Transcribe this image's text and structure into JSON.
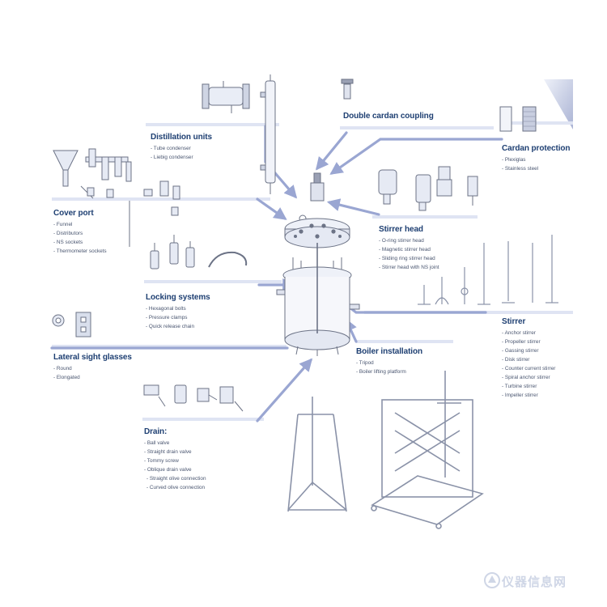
{
  "sections": {
    "distillation": {
      "title": "Distillation units",
      "items": [
        "Tube condenser",
        "Liebig condenser"
      ]
    },
    "double_cardan": {
      "title": "Double cardan coupling"
    },
    "cardan_protection": {
      "title": "Cardan protection",
      "items": [
        "Plexiglas",
        "Stainless steel"
      ]
    },
    "cover_port": {
      "title": "Cover port",
      "items": [
        "Funnel",
        "Distributors",
        "NS sockets",
        "Thermometer sockets"
      ]
    },
    "stirrer_head": {
      "title": "Stirrer head",
      "items": [
        "O-ring stirrer head",
        "Magnetic stirrer head",
        "Sliding ring stirrer head",
        "Stirrer head with NS joint"
      ]
    },
    "locking": {
      "title": "Locking systems",
      "items": [
        "Hexagonal bolts",
        "Pressure clamps",
        "Quick release chain"
      ]
    },
    "stirrer": {
      "title": "Stirrer",
      "items": [
        "Anchor stirrer",
        "Propeller stirrer",
        "Gassing stirrer",
        "Disk stirrer",
        "Counter current stirrer",
        "Spiral anchor stirrer",
        "Turbine stirrer",
        "Impeller stirrer"
      ]
    },
    "sight_glasses": {
      "title": "Lateral sight glasses",
      "items": [
        "Round",
        "Elongated"
      ]
    },
    "boiler": {
      "title": "Boiler installation",
      "items": [
        "Tripod",
        "Boiler lifting platform"
      ]
    },
    "drain": {
      "title": "Drain:",
      "items": [
        "Ball valve",
        "Straight drain valve",
        "Tommy screw",
        "Oblique drain valve"
      ],
      "subitems": [
        "Straight olive connection",
        "Curved olive connection"
      ]
    }
  },
  "watermark": "仪器信息网",
  "colors": {
    "title": "#1e3f72",
    "band": "#dfe4f3",
    "arrow": "#9aa6d2",
    "line": "#6c7386"
  },
  "icons": [
    "reactor-vessel",
    "distillation-condenser",
    "cover-port-fittings",
    "stirrer-head-parts",
    "locking-parts",
    "sight-glass-parts",
    "drain-valves",
    "tripod",
    "lifting-platform",
    "cardan-protection-parts",
    "stirrer-set"
  ]
}
